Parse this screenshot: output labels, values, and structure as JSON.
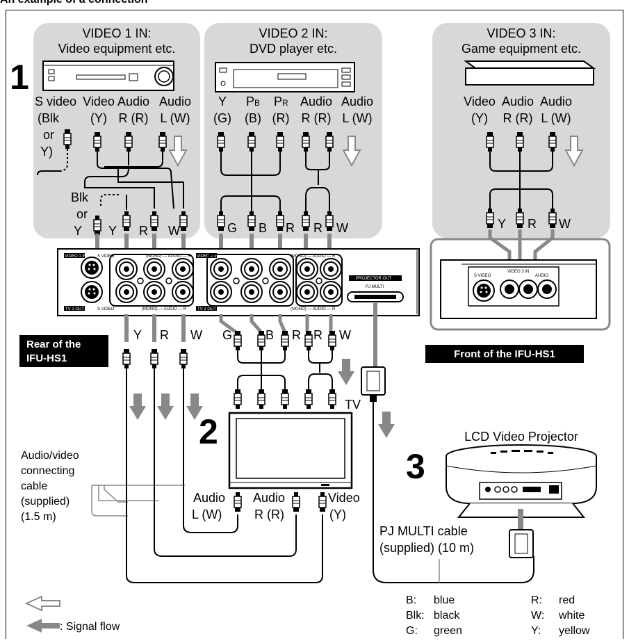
{
  "heading": "An example of a connection",
  "inputs": [
    {
      "title": "VIDEO 1 IN:",
      "subtitle": "Video equipment etc."
    },
    {
      "title": "VIDEO 2 IN:",
      "subtitle": "DVD player etc."
    },
    {
      "title": "VIDEO 3 IN:",
      "subtitle": "Game equipment etc."
    }
  ],
  "steps": [
    "1",
    "2",
    "3"
  ],
  "video1_labels": {
    "svideo": [
      "S video",
      "(Blk",
      "or",
      "Y)"
    ],
    "video": [
      "Video",
      "(Y)"
    ],
    "audio_r": [
      "Audio",
      "R (R)"
    ],
    "audio_l": [
      "Audio",
      "L (W)"
    ],
    "jack_blk": [
      "Blk",
      "or"
    ],
    "jack_y": "Y",
    "jack_y2": "Y",
    "jack_r": "R",
    "jack_w": "W"
  },
  "video2_labels": {
    "y": [
      "Y",
      "(G)"
    ],
    "pb": [
      "P",
      "B",
      "(B)"
    ],
    "pr": [
      "P",
      "R",
      "(R)"
    ],
    "audio_r": [
      "Audio",
      "R (R)"
    ],
    "audio_l": [
      "Audio",
      "L (W)"
    ],
    "jacks": [
      "G",
      "B",
      "R",
      "R",
      "W"
    ]
  },
  "video3_labels": {
    "video": [
      "Video",
      "(Y)"
    ],
    "audio_r": [
      "Audio",
      "R (R)"
    ],
    "audio_l": [
      "Audio",
      "L (W)"
    ],
    "jacks": [
      "Y",
      "R",
      "W"
    ]
  },
  "panel_labels": {
    "video1_in": "VIDEO 1 IN",
    "video2_in": "VIDEO 2 IN",
    "tv1_out": "TV 1 OUT",
    "tv2_out": "TV 2 OUT",
    "projector_out": "PROJECTOR OUT",
    "pj_multi": "PJ MULTI",
    "s_video": "S VIDEO",
    "video": "VIDEO",
    "mono_audio": "(MONO) — AUDIO — R"
  },
  "front_panel": {
    "s_video": "S VIDEO",
    "video3_in": "VIDEO 3 IN",
    "audio": "AUDIO"
  },
  "rear_label": [
    "Rear of the",
    "IFU-HS1"
  ],
  "front_label": "Front of the IFU-HS1",
  "tv1_out_jacks": [
    "Y",
    "R",
    "W"
  ],
  "tv2_out_jacks": [
    "G",
    "B",
    "R",
    "R",
    "W"
  ],
  "tv_label": "TV",
  "projector_label": "LCD Video Projector",
  "av_cable": [
    "Audio/video",
    "connecting",
    "cable",
    "(supplied)",
    "(1.5 m)"
  ],
  "tv_inputs": {
    "audio_l": [
      "Audio",
      "L (W)"
    ],
    "audio_r": [
      "Audio",
      "R (R)"
    ],
    "video": [
      "Video",
      "(Y)"
    ]
  },
  "pj_cable": [
    "PJ MULTI cable",
    "(supplied) (10 m)"
  ],
  "signal_flow": ": Signal flow",
  "legend": [
    {
      "key": "B:",
      "value": "blue"
    },
    {
      "key": "Blk:",
      "value": "black"
    },
    {
      "key": "G:",
      "value": "green"
    },
    {
      "key": "R:",
      "value": "red"
    },
    {
      "key": "W:",
      "value": "white"
    },
    {
      "key": "Y:",
      "value": "yellow"
    }
  ],
  "colors": {
    "panel_bg": "#d8d8d8",
    "arrow": "#888888",
    "box_bg": "#000000"
  }
}
